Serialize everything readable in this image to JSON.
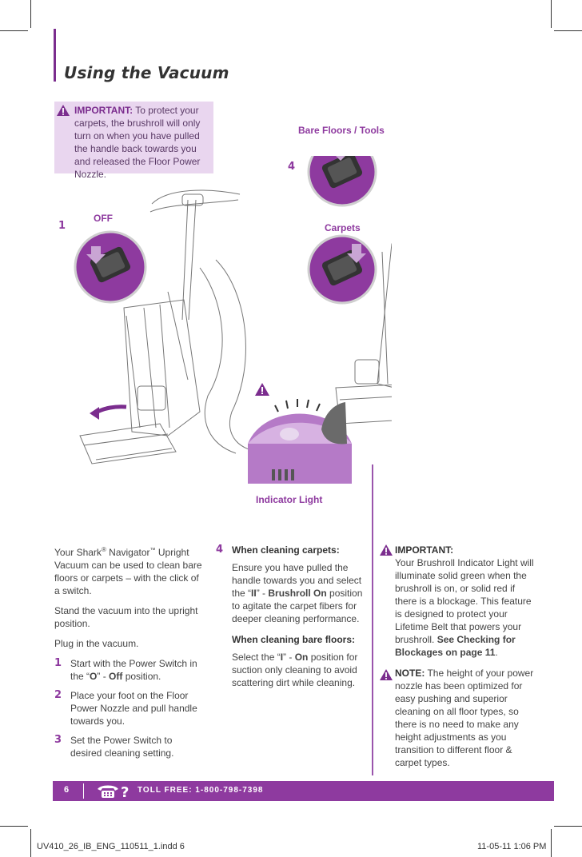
{
  "title": "Using the Vacuum",
  "important_box": {
    "label": "IMPORTANT:",
    "text": " To protect your carpets, the brushroll will only turn on when you have pulled the handle back towards you and released the Floor Power Nozzle."
  },
  "callouts": {
    "step1_num": "1",
    "off_label": "OFF",
    "step4_num": "4",
    "bare_floors_label": "Bare Floors / Tools",
    "carpets_label": "Carpets",
    "indicator_label": "Indicator Light"
  },
  "col1": {
    "intro_a": "Your Shark",
    "reg": "®",
    "intro_b": " Navigator",
    "tm": "™",
    "intro_c": " Upright Vacuum can be used to clean bare floors or carpets – with the click of a switch.",
    "para2": "Stand the vacuum into the upright position.",
    "para3": "Plug in the vacuum.",
    "steps": [
      {
        "num": "1",
        "a": "Start with the Power Switch in the “",
        "b": "O",
        "c": "” - ",
        "d": "Off",
        "e": " position."
      },
      {
        "num": "2",
        "text": "Place your foot on the Floor Power Nozzle and pull handle towards you."
      },
      {
        "num": "3",
        "text": "Set the Power Switch to desired cleaning setting."
      }
    ]
  },
  "col2": {
    "num": "4",
    "h1": "When cleaning carpets:",
    "p1_a": "Ensure you have pulled the handle towards you and select the “",
    "p1_b": "II",
    "p1_c": "” - ",
    "p1_d": "Brushroll On",
    "p1_e": " position to agitate the carpet fibers for deeper cleaning performance.",
    "h2": "When cleaning bare floors:",
    "p2_a": "Select the “",
    "p2_b": "I",
    "p2_c": "” - ",
    "p2_d": "On",
    "p2_e": " position for suction only cleaning to avoid scattering dirt while cleaning."
  },
  "col3": {
    "imp_label": "IMPORTANT:",
    "imp_a": "Your Brushroll Indicator Light will illuminate solid green when the brushroll is on, or solid red if there is a blockage. This feature is designed to protect your Lifetime Belt that powers your brushroll. ",
    "imp_b": "See Checking for Blockages on page 11",
    "imp_c": ".",
    "note_label": "NOTE:",
    "note_text": " The height of your power nozzle has been optimized for easy pushing and superior cleaning on all floor types, so there is no need to make any height adjustments as you transition to different floor & carpet types."
  },
  "footer": {
    "page": "6",
    "toll": "TOLL FREE: 1-800-798-7398"
  },
  "slug": {
    "file": "UV410_26_IB_ENG_110511_1.indd   6",
    "date": "11-05-11   1:06 PM"
  },
  "colors": {
    "accent": "#8e3a9f",
    "box": "#e9d6ef"
  }
}
